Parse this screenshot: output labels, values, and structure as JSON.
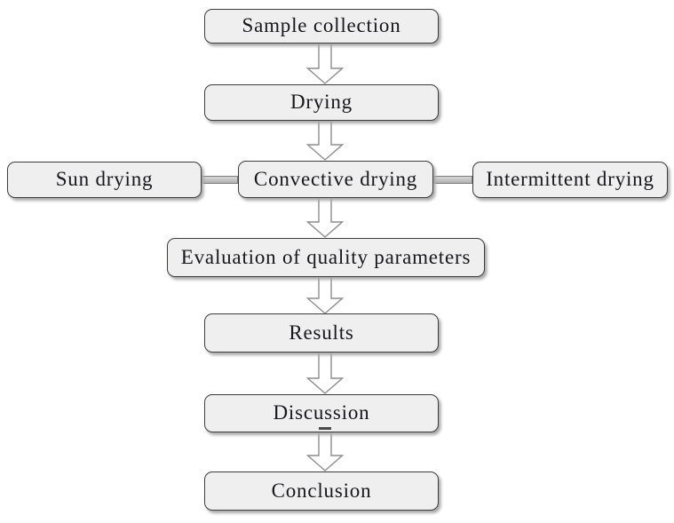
{
  "diagram": {
    "type": "flowchart",
    "title": "drying study methodology flowchart",
    "colors": {
      "background": "#ffffff",
      "box_fill": "#efefef",
      "box_border": "#3d3d3d",
      "box_shadow": "#a9a9a9",
      "text": "#17171c",
      "arrow_fill": "#ffffff",
      "arrow_outline": "#8d8d8d",
      "connector_fill": "#c3c3c3",
      "connector_border": "#7d7d7d"
    },
    "nodes": {
      "sample_collection": "Sample collection",
      "drying": "Drying",
      "sun_drying": "Sun drying",
      "convective_drying": "Convective drying",
      "intermittent_drying": "Intermittent drying",
      "evaluation": "Evaluation of quality parameters",
      "results": "Results",
      "discussion": "Discussion",
      "conclusion": "Conclusion"
    },
    "edges": [
      {
        "from": "sample_collection",
        "to": "drying",
        "type": "block-arrow-down"
      },
      {
        "from": "drying",
        "to": "convective_drying",
        "type": "block-arrow-down"
      },
      {
        "from": "sun_drying",
        "to": "convective_drying",
        "type": "thick-bar"
      },
      {
        "from": "intermittent_drying",
        "to": "convective_drying",
        "type": "thick-bar"
      },
      {
        "from": "convective_drying",
        "to": "evaluation",
        "type": "block-arrow-down"
      },
      {
        "from": "evaluation",
        "to": "results",
        "type": "block-arrow-down"
      },
      {
        "from": "results",
        "to": "discussion",
        "type": "block-arrow-down"
      },
      {
        "from": "discussion",
        "to": "conclusion",
        "type": "block-arrow-down"
      }
    ]
  }
}
